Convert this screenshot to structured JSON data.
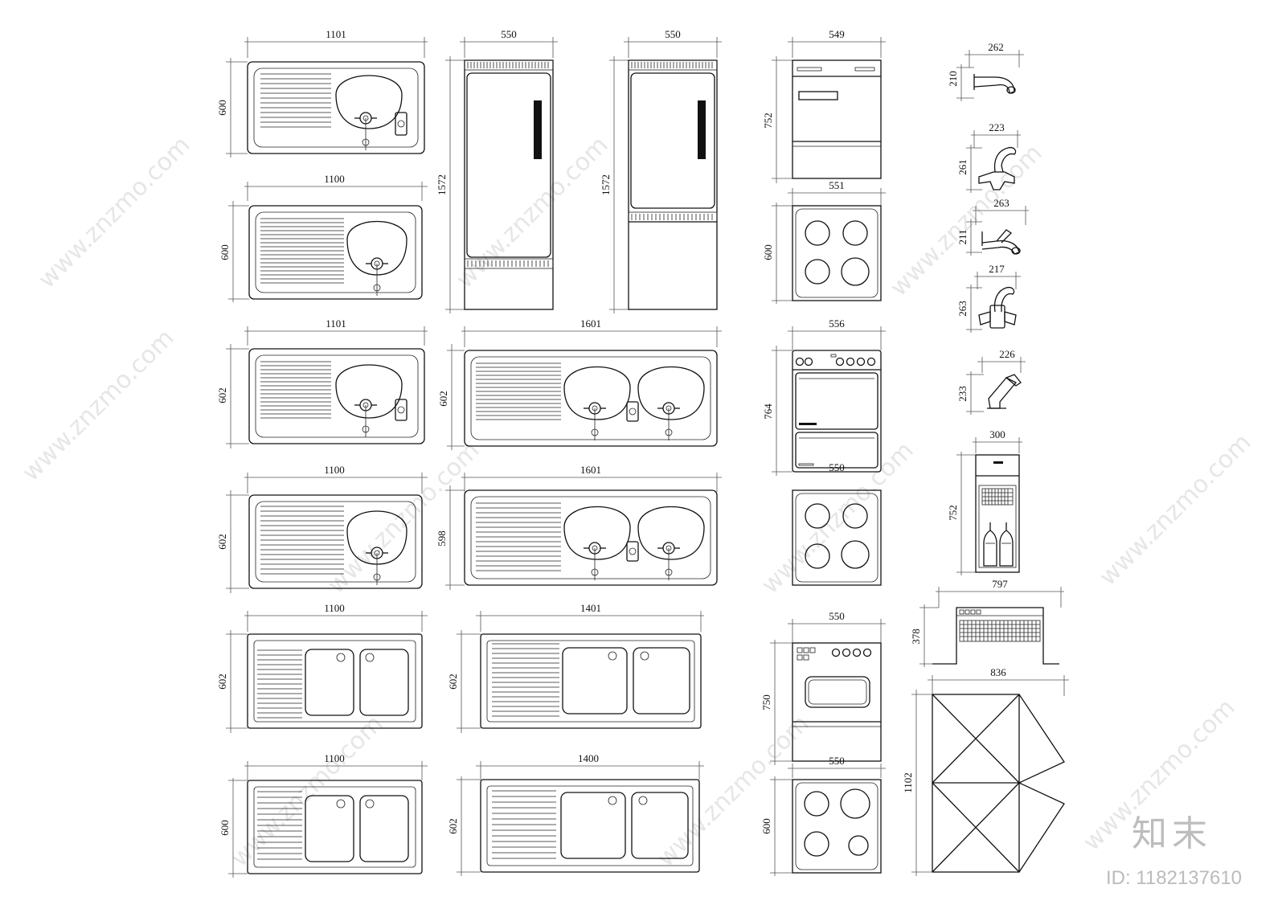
{
  "dimensions": {
    "sink1_w": "1101",
    "sink1_h": "600",
    "sink2_w": "1100",
    "sink2_h": "600",
    "sink3_w": "1101",
    "sink3_h": "602",
    "sink4_w": "1100",
    "sink4_h": "602",
    "sink5_w": "1100",
    "sink5_h": "602",
    "sink6_w": "1100",
    "sink6_h": "600",
    "fridge1_w": "550",
    "fridge1_h": "1572",
    "fridge2_w": "550",
    "fridge2_h": "1572",
    "dsink1_w": "1601",
    "dsink1_h": "602",
    "dsink2_w": "1601",
    "dsink2_h": "598",
    "dsink3_w": "1401",
    "dsink3_h": "602",
    "dsink4_w": "1400",
    "dsink4_h": "602",
    "dishwasher_w": "549",
    "dishwasher_h": "752",
    "hob1_w": "551",
    "hob1_h": "600",
    "oven1_w": "556",
    "oven1_h": "764",
    "hob2_w": "550",
    "oven2_w": "550",
    "oven2_h": "750",
    "hob3_w": "550",
    "hob3_h": "600",
    "faucet1_w": "262",
    "faucet1_h": "210",
    "faucet2_w": "223",
    "faucet2_h": "261",
    "faucet3_w": "263",
    "faucet3_h": "211",
    "faucet4_w": "217",
    "faucet4_h": "263",
    "faucet5_w": "226",
    "faucet5_h": "233",
    "winecab_w": "300",
    "winecab_h": "752",
    "hood_w": "797",
    "hood_h": "378",
    "table_w": "836",
    "table_h": "1102"
  },
  "watermark": {
    "site": "www.znzmo.com",
    "brand": "知末",
    "id_label": "ID: 1182137610"
  }
}
